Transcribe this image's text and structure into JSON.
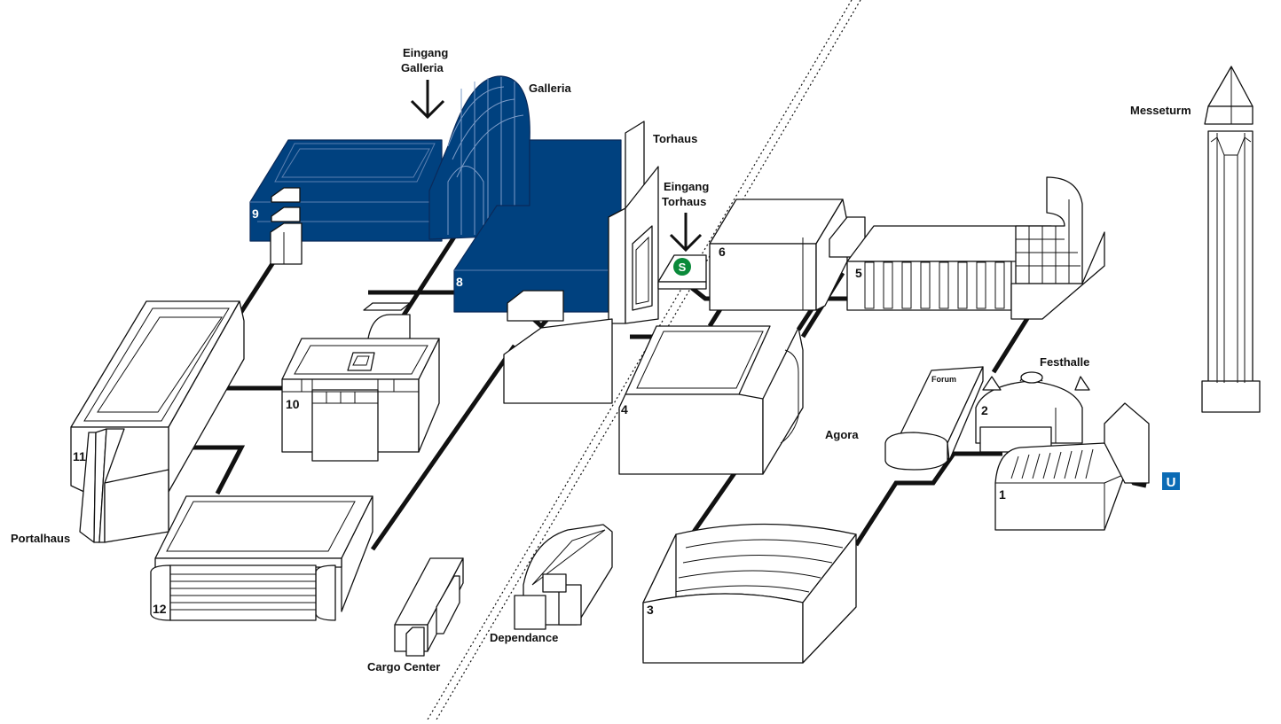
{
  "colors": {
    "highlight": "#00417f",
    "outline": "#111111",
    "s_bahn": "#0a8a3a",
    "u_bahn": "#0b6bb5",
    "walkway": "#111111"
  },
  "labels": {
    "entrance_galleria_line1": "Eingang",
    "entrance_galleria_line2": "Galleria",
    "galleria": "Galleria",
    "torhaus": "Torhaus",
    "entrance_torhaus_line1": "Eingang",
    "entrance_torhaus_line2": "Torhaus",
    "messeturm": "Messeturm",
    "festhalle": "Festhalle",
    "forum": "Forum",
    "agora": "Agora",
    "portalhaus": "Portalhaus",
    "cargo_center": "Cargo Center",
    "dependance": "Dependance"
  },
  "hall_numbers": {
    "h1": "1",
    "h2": "2",
    "h3": "3",
    "h4": "4",
    "h5": "5",
    "h6": "6",
    "h8": "8",
    "h9": "9",
    "h10": "10",
    "h11": "11",
    "h12": "12"
  },
  "transit": {
    "s_bahn_symbol": "S",
    "u_bahn_symbol": "U"
  },
  "icons": {
    "entrance_arrow": "arrow-down-icon",
    "s_bahn": "s-bahn-icon",
    "u_bahn": "u-bahn-icon"
  }
}
